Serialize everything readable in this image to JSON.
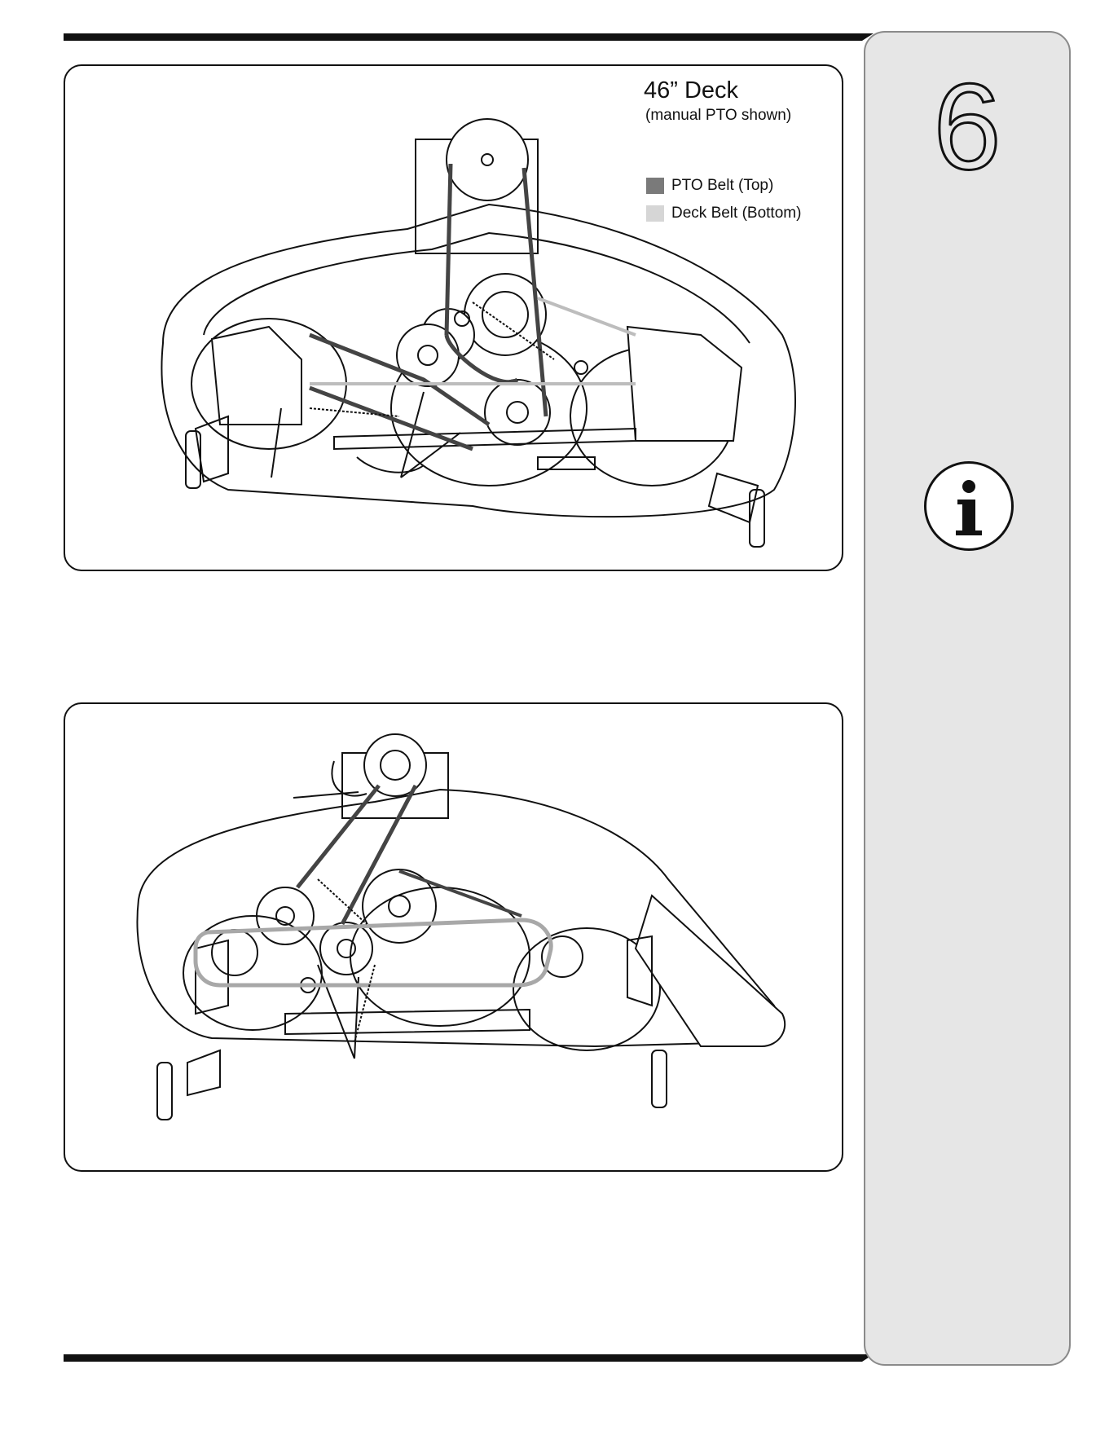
{
  "sidebar": {
    "chapter_number": "6",
    "info_icon": "info-icon"
  },
  "figure_top": {
    "title": "46” Deck",
    "subtitle": "(manual PTO shown)",
    "legend": [
      {
        "label": "PTO Belt (Top)",
        "color": "#7a7a7a"
      },
      {
        "label": "Deck Belt (Bottom)",
        "color": "#d6d6d6"
      }
    ]
  },
  "figure_bottom": {},
  "colors": {
    "pto_belt": "#444444",
    "deck_belt": "#a8a8a8",
    "line": "#111111",
    "sidebar_bg": "#e6e6e6"
  }
}
